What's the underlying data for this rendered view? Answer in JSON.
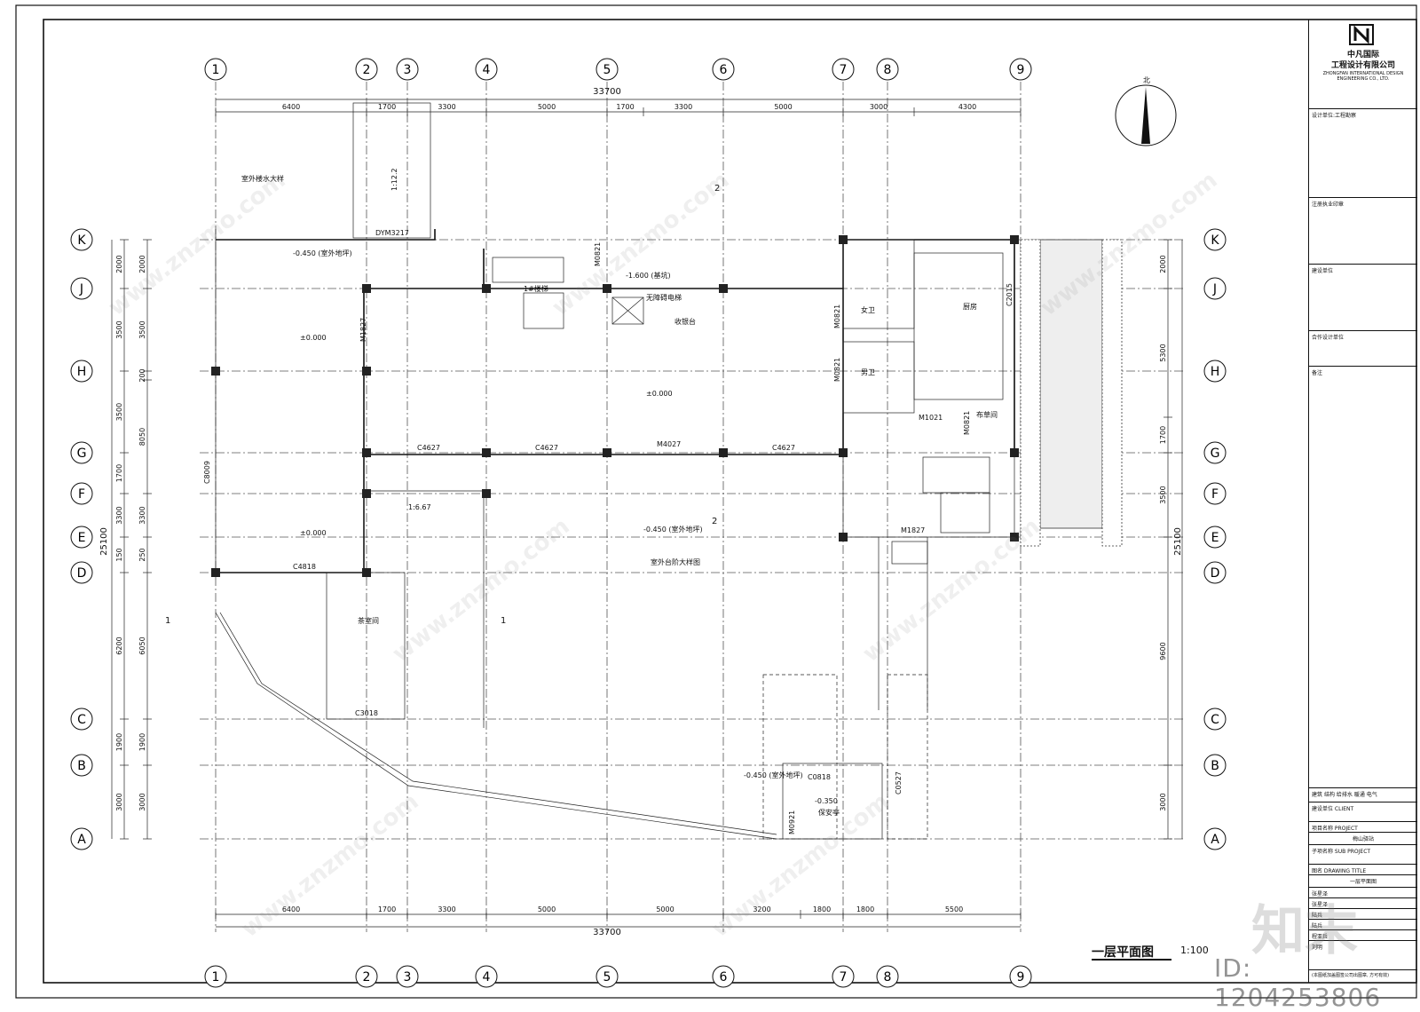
{
  "title": {
    "name": "一层平面图",
    "scale": "1:100"
  },
  "north_label": "北",
  "axes_x": [
    "1",
    "2",
    "3",
    "4",
    "5",
    "6",
    "7",
    "8",
    "9"
  ],
  "axes_y": [
    "K",
    "J",
    "H",
    "G",
    "F",
    "E",
    "D",
    "C",
    "B",
    "A"
  ],
  "total_x": "33700",
  "total_y": "25100",
  "dims_top": [
    "6400",
    "1700",
    "3300",
    "5000",
    "1700",
    "3300",
    "5000",
    "3000",
    "4300"
  ],
  "dims_bottom": [
    "6400",
    "1700",
    "3300",
    "5000",
    "5000",
    "3200",
    "1800",
    "1800",
    "5500"
  ],
  "dims_left_a": [
    "2000",
    "3500",
    "3500",
    "1700",
    "3300",
    "150",
    "6200",
    "1900",
    "3000"
  ],
  "dims_left_b": [
    "2000",
    "3500",
    "200",
    "8050",
    "3300",
    "250",
    "6050",
    "1900",
    "3000"
  ],
  "dims_right": [
    "2000",
    "5300",
    "1700",
    "3500",
    "9600",
    "3000"
  ],
  "rooms": {
    "kitchen": "厨房",
    "female_wc": "女卫",
    "male_wc": "男卫",
    "linen": "布草间",
    "tea": "茶室间",
    "cashier": "收银台",
    "elevator": "无障碍电梯",
    "booth": "保安亭"
  },
  "elevations": [
    "±0.000",
    "-0.450 (室外地坪)",
    "-1.600 (基坑)",
    "±0.000",
    "±0.000",
    "-0.450 (室外地坪)",
    "-0.450 (室外地坪)",
    "-0.350"
  ],
  "doors_windows": [
    "DYM3217",
    "M0821",
    "M1827",
    "C4627",
    "C4627",
    "M4027",
    "C4627",
    "C4818",
    "C3018",
    "C8009",
    "M1827",
    "C2015",
    "M1021",
    "M0821",
    "M0821",
    "M0821",
    "C0818",
    "M0921",
    "C0527"
  ],
  "stair_label": "1#楼梯",
  "slope_label": "1:12.2",
  "slope_label_b": "1:6.67",
  "section_mark": "2",
  "section_mark_b": "1",
  "detail_ref_a": "室外楼水大样",
  "detail_ref_b": "室外台阶大样图",
  "titleblock": {
    "company_cn": "中凡国际",
    "company_cn2": "工程设计有限公司",
    "company_en": "ZHONGFAN INTERNATIONAL DESIGN ENGINEERING CO., LTD.",
    "row1": "设计单位:工程勘察",
    "row2": "注册执业印章",
    "row3": "建设单位",
    "row4": "合作设计单位",
    "row5": "备注",
    "client": "建设单位 CLIENT",
    "project": "项目名称 PROJECT",
    "project_name": "梅山驿站",
    "sub_project": "子项名称 SUB PROJECT",
    "drawing_title_label": "图名 DRAWING TITLE",
    "drawing_title": "一层平面图",
    "disciplines": [
      "建筑",
      "结构",
      "给排水",
      "暖通",
      "电气"
    ],
    "signers": [
      "张星泽",
      "张星泽",
      "陆兵",
      "陆兵",
      "程亚兵",
      "刘明"
    ],
    "note": "(本图纸加盖图签公司出图章, 方可有效)"
  },
  "watermark": "www.znzmo.com",
  "brand": "知末",
  "id_tag": "ID: 1204253806"
}
